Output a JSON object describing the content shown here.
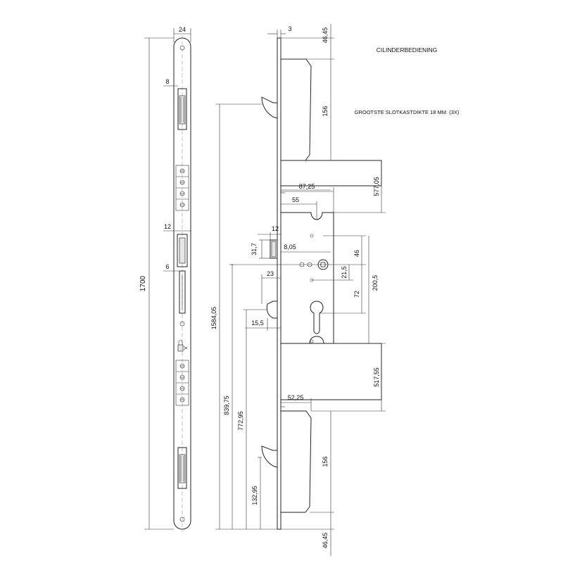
{
  "notes": {
    "operation": "CILINDERBEDIENING",
    "case_thickness": "GROOTSTE SLOTKASTDIKTE 18 MM. (3X)"
  },
  "front_view": {
    "width": "24",
    "height": "1700",
    "upper_slot": "8",
    "middle_slot": "12",
    "lower_slot": "6"
  },
  "side_view": {
    "offset": "3",
    "top_end": "46,45",
    "upper_hook_length": "156",
    "upper_gap": "577,05",
    "case_depth": "87,25",
    "backset": "55",
    "latch_width": "12",
    "latch_height": "31,7",
    "latch_offset": "8,05",
    "spindle_to_cylinder_half": "46",
    "spindle_small": "21,5",
    "spindle_to_cylinder": "72",
    "case_height": "200,5",
    "bolt_depth": "23",
    "bolt_offset": "15,5",
    "lower_gap": "517,55",
    "lower_depth": "52,25",
    "lower_hook_length": "156",
    "bottom_end": "46,45",
    "total_upper": "1584,05",
    "h_839": "839,75",
    "h_772": "772,95",
    "h_132": "132,95"
  },
  "icons": {
    "lock_symbol": "padlock-icon"
  }
}
